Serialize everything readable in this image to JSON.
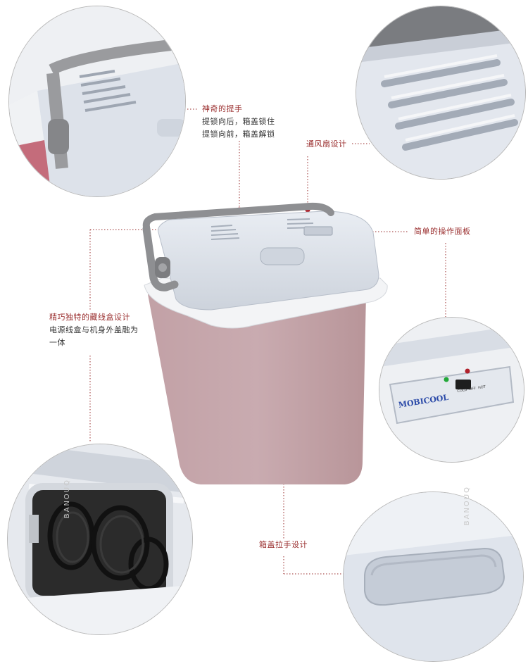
{
  "callouts": {
    "handle": {
      "title": "神奇的提手",
      "line1": "提锁向后，箱盖锁住",
      "line2": "提锁向前，箱盖解锁"
    },
    "fan": {
      "title": "通风扇设计"
    },
    "panel": {
      "title": "简单的操作面板"
    },
    "cord_box": {
      "title": "精巧独特的藏线盒设计",
      "line1": "电源线盒与机身外盖融为",
      "line2": "一体"
    },
    "lid_handle": {
      "title": "箱盖拉手设计"
    }
  },
  "panel_detail": {
    "brand": "MOBICOOL",
    "switch_labels": "COLD  OFF  HOT"
  },
  "colors": {
    "body": "#c8a9ad",
    "lid": "#dfe4ec",
    "accent_red": "#9a2e2e",
    "dot_red": "#b0202a",
    "dot_green": "#22a838"
  }
}
